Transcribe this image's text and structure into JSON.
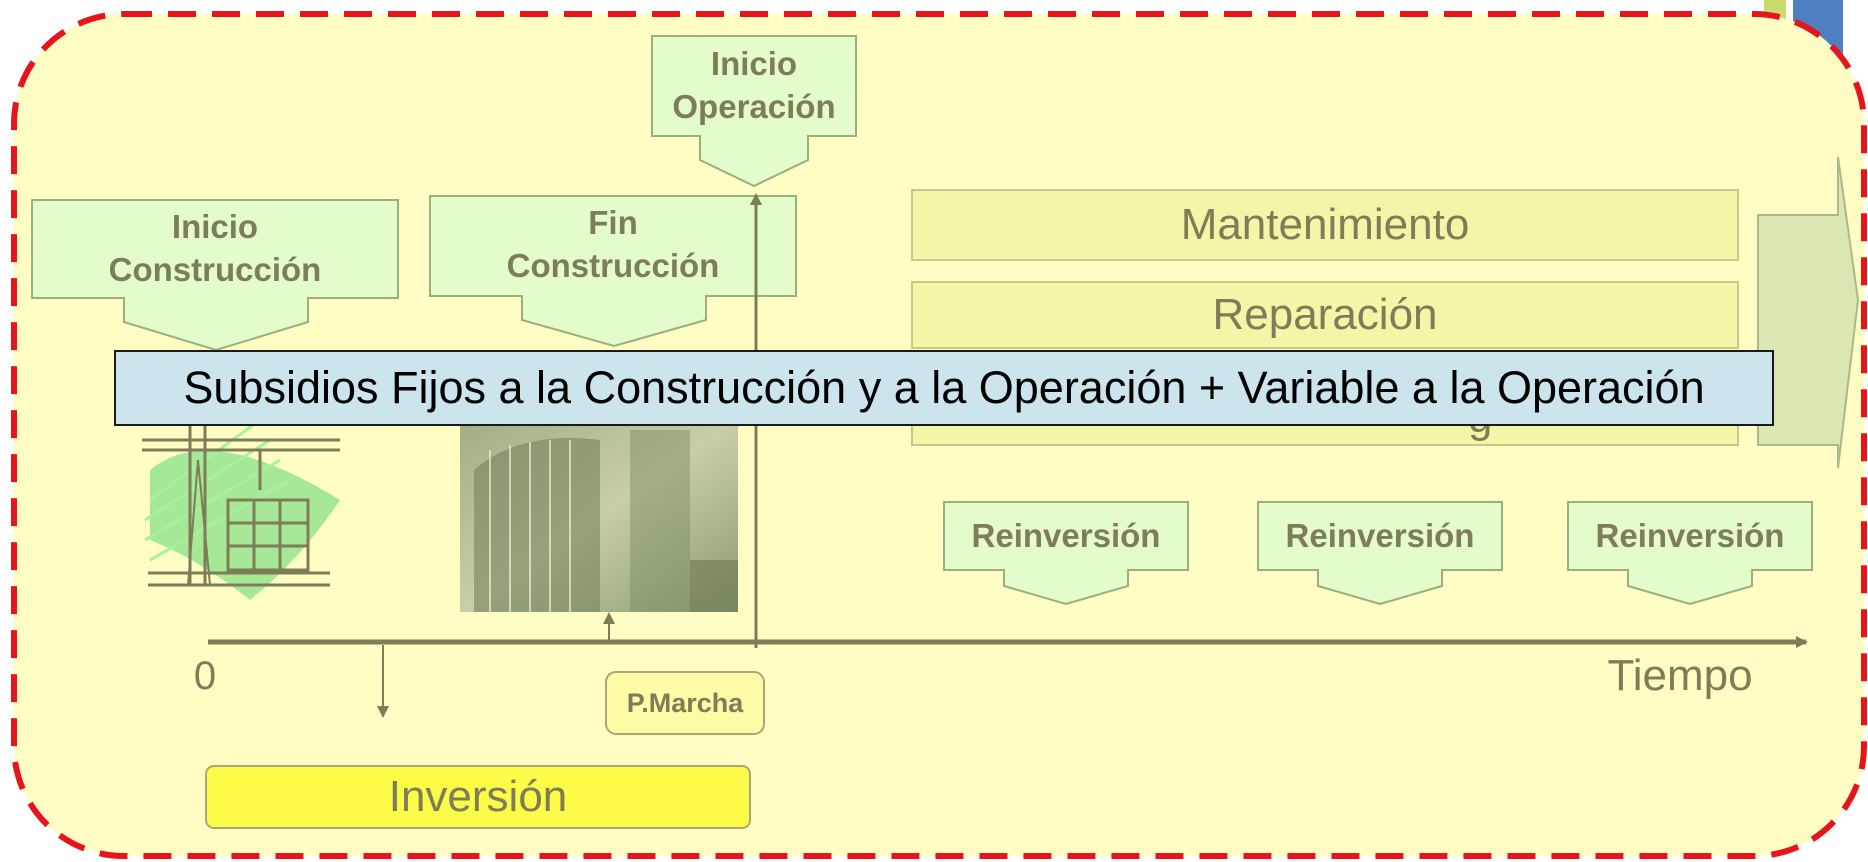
{
  "milestones": {
    "inicio_construccion": "Inicio Construcción",
    "fin_construccion": "Fin Construcción",
    "inicio_operacion": "Inicio Operación"
  },
  "operation_activities": {
    "mantenimiento": "Mantenimiento",
    "reparacion": "Reparación"
  },
  "subsidy_banner": "Subsidios Fijos a la Construcción y a la Operación + Variable a la Operación",
  "reinversion_labels": [
    "Reinversión",
    "Reinversión",
    "Reinversión"
  ],
  "timeline": {
    "origin_label": "0",
    "axis_label": "Tiempo",
    "p_marcha": "P.Marcha",
    "inversion": "Inversión"
  },
  "colors": {
    "background_panel": "#fffdc4",
    "dashed_border": "#e8141c",
    "callout_fill": "#e4fbcb",
    "callout_stroke": "#9ab07a",
    "bar_fill": "#f1f7a6",
    "axis": "#7d7d57",
    "inversion_fill": "#fbfb48",
    "banner_fill": "#cce4ec"
  }
}
